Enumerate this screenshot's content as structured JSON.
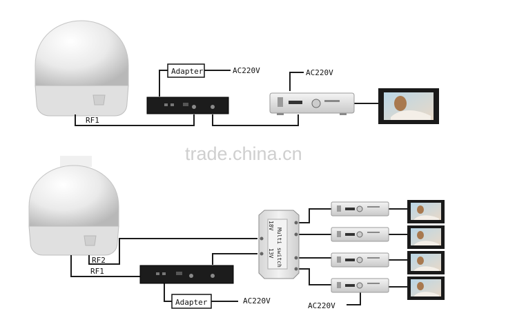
{
  "watermark": "trade.china.cn",
  "top": {
    "adapter": "Adapter",
    "ac_adapter": "AC220V",
    "ac_receiver": "AC220V",
    "rf1": "RF1"
  },
  "bottom": {
    "adapter": "Adapter",
    "ac_adapter": "AC220V",
    "ac_receivers": "AC220V",
    "rf1": "RF1",
    "rf2": "RF2",
    "multiswitch_label": "Multi switch",
    "multiswitch_v18": "18V",
    "multiswitch_v13": "13V"
  }
}
